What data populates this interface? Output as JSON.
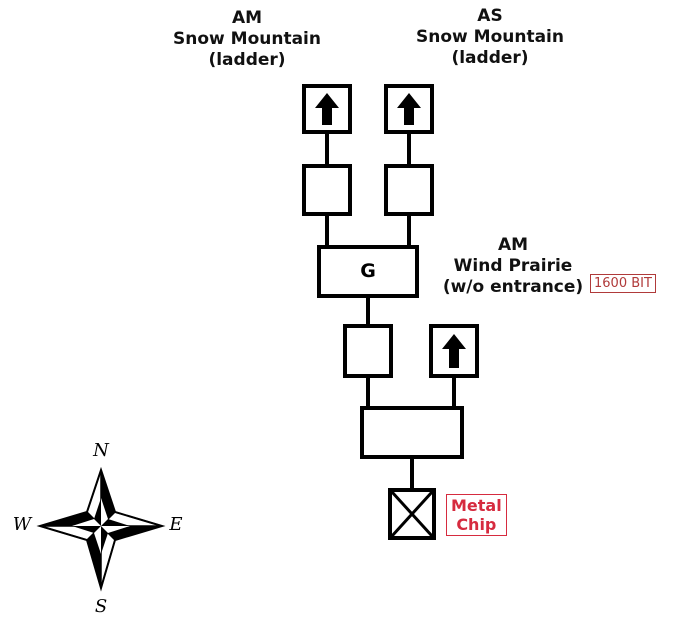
{
  "labels": {
    "am_snow": {
      "line1": "AM",
      "line2": "Snow Mountain",
      "line3": "(ladder)"
    },
    "as_snow": {
      "line1": "AS",
      "line2": "Snow Mountain",
      "line3": "(ladder)"
    },
    "am_wind": {
      "line1": "AM",
      "line2": "Wind Prairie",
      "line3": "(w/o entrance)"
    }
  },
  "rooms": {
    "g_label": "G"
  },
  "price_tag": "1600 BIT",
  "item_tag": {
    "line1": "Metal",
    "line2": "Chip"
  },
  "compass": {
    "n": "N",
    "w": "W",
    "e": "E",
    "s": "S"
  },
  "colors": {
    "line": "#000000",
    "price": "#b03a3a",
    "item": "#d62b3f"
  }
}
